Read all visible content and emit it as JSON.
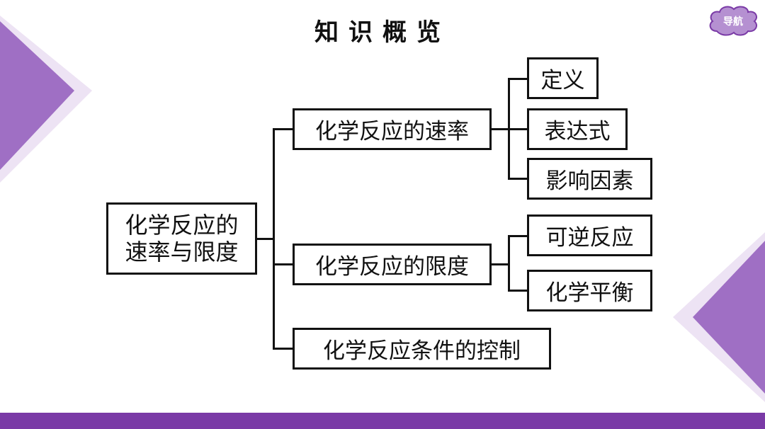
{
  "header": {
    "title": "知识概览",
    "nav_label": "导航"
  },
  "diagram": {
    "root": {
      "line1": "化学反应的",
      "line2": "速率与限度"
    },
    "branches": [
      {
        "label": "化学反应的速率",
        "children": [
          "定义",
          "表达式",
          "影响因素"
        ]
      },
      {
        "label": "化学反应的限度",
        "children": [
          "可逆反应",
          "化学平衡"
        ]
      },
      {
        "label": "化学反应条件的控制",
        "children": []
      }
    ]
  },
  "colors": {
    "accent": "#7a3aa6",
    "accent_light": "#b590d1",
    "text": "#111111"
  },
  "icons": {
    "nav": "cloud-icon"
  }
}
